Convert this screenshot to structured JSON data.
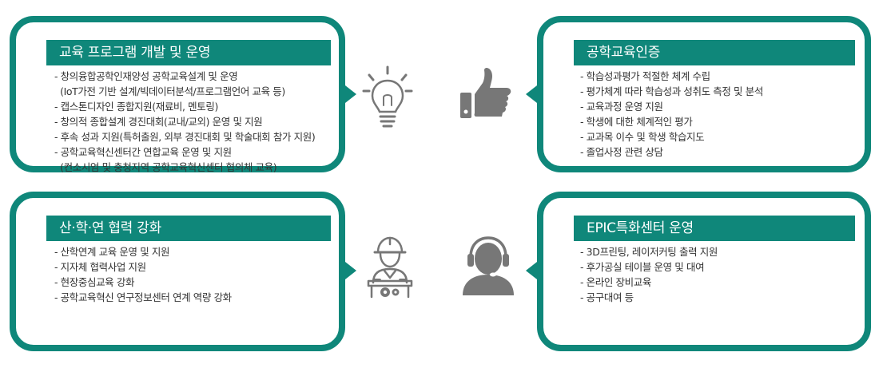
{
  "colors": {
    "accent": "#0f877a",
    "icon": "#777777",
    "text": "#333333"
  },
  "cards": [
    {
      "title": "교육 프로그램 개발 및 운영",
      "items": [
        "- 창의융합공학인재양성 공학교육설계 및 운영",
        "  (IoT가전 기반 설계/빅데이터분석/프로그램언어 교육 등)",
        "- 캡스톤디자인 종합지원(재료비, 멘토링)",
        "- 창의적 종합설계 경진대회(교내/교외) 운영 및 지원",
        "- 후속 성과 지원(특허출원, 외부 경진대회 및 학술대회 참가 지원)",
        "- 공학교육혁신센터간 연합교육 운영 및 지원",
        "  (컨소시엄 및 충청지역 공학교육혁신센터 협의체 교육)"
      ]
    },
    {
      "title": "공학교육인증",
      "items": [
        "- 학습성과평가 적절한 체계 수립",
        "- 평가체계 따라 학습성과 성취도 측정 및 분석",
        "- 교육과정 운영 지원",
        "- 학생에 대한 체계적인 평가",
        "- 교과목 이수 및 학생 학습지도",
        "- 졸업사정 관련 상담"
      ]
    },
    {
      "title": "산·학·연 협력 강화",
      "items": [
        "- 산학연계 교육 운영 및 지원",
        "- 지자체 협력사업 지원",
        "- 현장중심교육 강화",
        "- 공학교육혁신 연구정보센터 연계 역량 강화"
      ]
    },
    {
      "title": "EPIC특화센터 운영",
      "items": [
        "- 3D프린팅, 레이저커팅 출력 지원",
        "- 후가공실 테이블 운영 및 대여",
        "- 온라인 장비교육",
        "- 공구대여 등"
      ]
    }
  ],
  "icons": [
    "lightbulb-icon",
    "thumbs-up-icon",
    "engineer-icon",
    "headset-agent-icon"
  ]
}
